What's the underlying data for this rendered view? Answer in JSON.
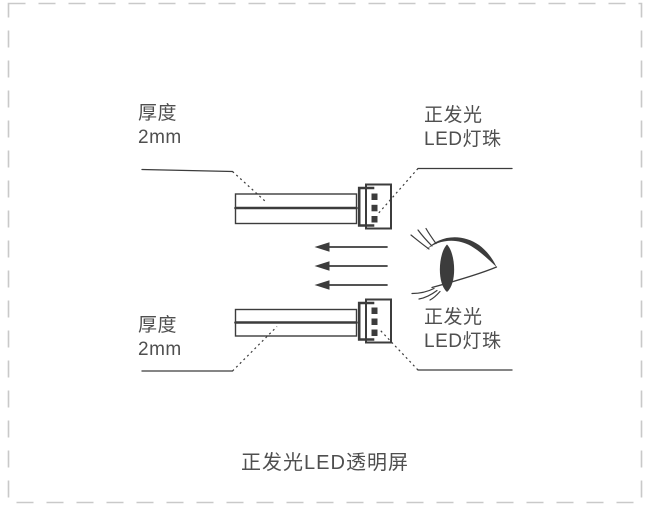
{
  "colors": {
    "line": "#3c3c3c",
    "text": "#4f4f4f",
    "border": "#c9c9c9",
    "background": "#ffffff"
  },
  "labels": {
    "top_thickness": {
      "line1": "厚度",
      "line2": "2mm"
    },
    "top_led": {
      "line1": "正发光",
      "line2": "LED灯珠"
    },
    "bottom_thickness": {
      "line1": "厚度",
      "line2": "2mm"
    },
    "bottom_led": {
      "line1": "正发光",
      "line2": "LED灯珠"
    },
    "caption": "正发光LED透明屏"
  },
  "icons": {
    "eye": "viewer-eye-icon",
    "arrows": "light-direction-arrows"
  },
  "diagram": {
    "strip_count": 2,
    "arrow_count": 3,
    "arrow_direction": "left",
    "led_squares_per_module": 3
  }
}
